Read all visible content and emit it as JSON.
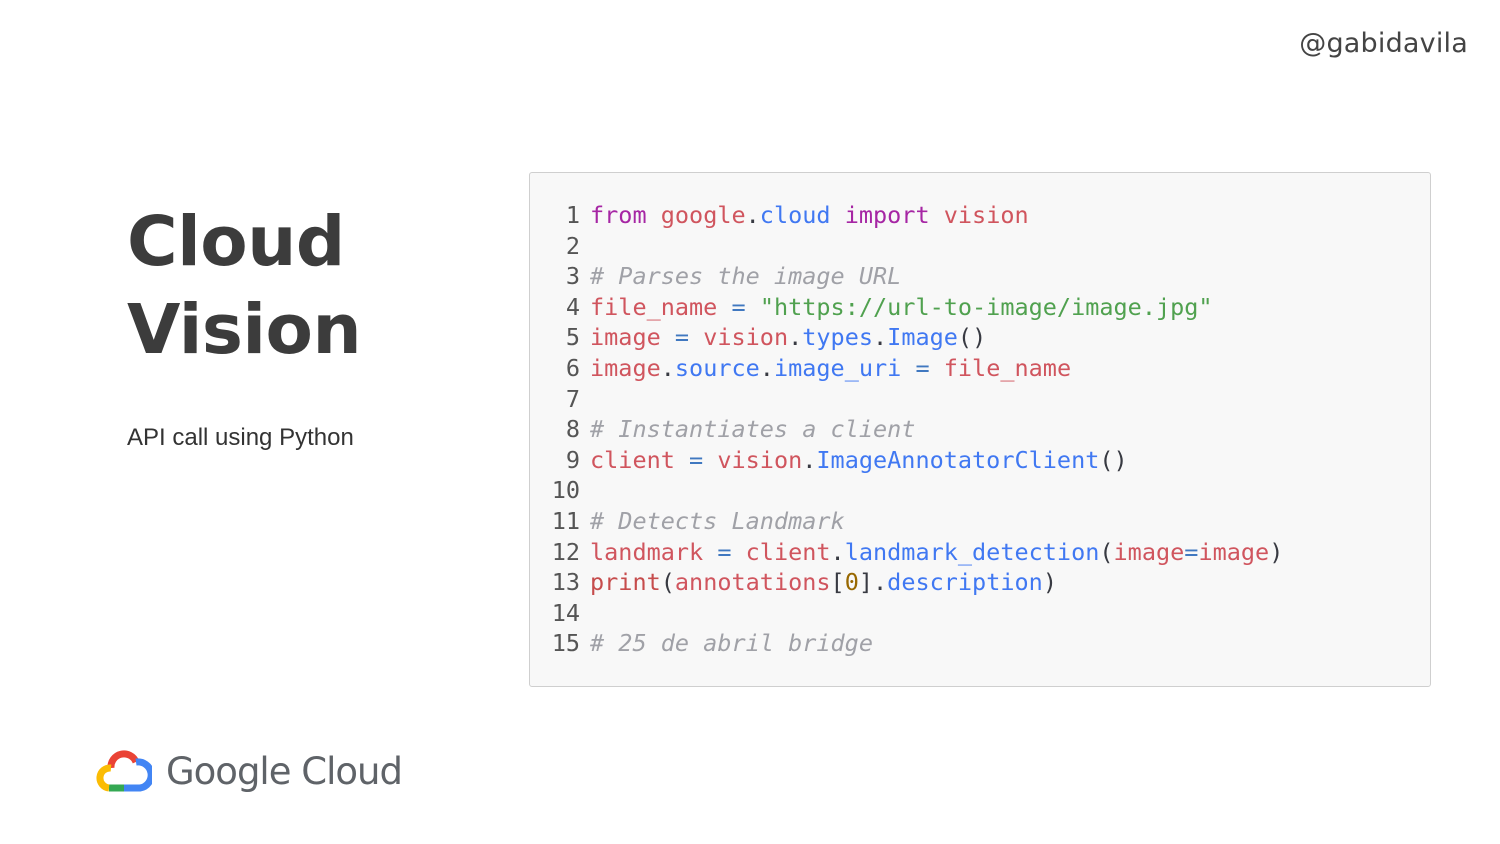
{
  "header": {
    "handle": "@gabidavila"
  },
  "slide": {
    "title_line1": "Cloud",
    "title_line2": "Vision",
    "subtitle": "API call using Python"
  },
  "code": {
    "lines": [
      {
        "n": "1",
        "tokens": [
          [
            "from",
            "kw"
          ],
          [
            " ",
            "punc"
          ],
          [
            "google",
            "var"
          ],
          [
            ".",
            "punc"
          ],
          [
            "cloud",
            "attr"
          ],
          [
            " ",
            "punc"
          ],
          [
            "import",
            "kw"
          ],
          [
            " ",
            "punc"
          ],
          [
            "vision",
            "var"
          ]
        ]
      },
      {
        "n": "2",
        "tokens": []
      },
      {
        "n": "3",
        "tokens": [
          [
            "# Parses the image URL",
            "cmt"
          ]
        ]
      },
      {
        "n": "4",
        "tokens": [
          [
            "file_name",
            "var"
          ],
          [
            " ",
            "punc"
          ],
          [
            "=",
            "op"
          ],
          [
            " ",
            "punc"
          ],
          [
            "\"https://url-to-image/image.jpg\"",
            "str"
          ]
        ]
      },
      {
        "n": "5",
        "tokens": [
          [
            "image",
            "var"
          ],
          [
            " ",
            "punc"
          ],
          [
            "=",
            "op"
          ],
          [
            " ",
            "punc"
          ],
          [
            "vision",
            "var"
          ],
          [
            ".",
            "punc"
          ],
          [
            "types",
            "attr"
          ],
          [
            ".",
            "punc"
          ],
          [
            "Image",
            "attr"
          ],
          [
            "()",
            "punc"
          ]
        ]
      },
      {
        "n": "6",
        "tokens": [
          [
            "image",
            "var"
          ],
          [
            ".",
            "punc"
          ],
          [
            "source",
            "attr"
          ],
          [
            ".",
            "punc"
          ],
          [
            "image_uri",
            "attr"
          ],
          [
            " ",
            "punc"
          ],
          [
            "=",
            "op"
          ],
          [
            " ",
            "punc"
          ],
          [
            "file_name",
            "var"
          ]
        ]
      },
      {
        "n": "7",
        "tokens": []
      },
      {
        "n": "8",
        "tokens": [
          [
            "# Instantiates a client",
            "cmt"
          ]
        ]
      },
      {
        "n": "9",
        "tokens": [
          [
            "client",
            "var"
          ],
          [
            " ",
            "punc"
          ],
          [
            "=",
            "op"
          ],
          [
            " ",
            "punc"
          ],
          [
            "vision",
            "var"
          ],
          [
            ".",
            "punc"
          ],
          [
            "ImageAnnotatorClient",
            "attr"
          ],
          [
            "()",
            "punc"
          ]
        ]
      },
      {
        "n": "10",
        "tokens": []
      },
      {
        "n": "11",
        "tokens": [
          [
            "# Detects Landmark",
            "cmt"
          ]
        ]
      },
      {
        "n": "12",
        "tokens": [
          [
            "landmark",
            "var"
          ],
          [
            " ",
            "punc"
          ],
          [
            "=",
            "op"
          ],
          [
            " ",
            "punc"
          ],
          [
            "client",
            "var"
          ],
          [
            ".",
            "punc"
          ],
          [
            "landmark_detection",
            "attr"
          ],
          [
            "(",
            "punc"
          ],
          [
            "image",
            "var"
          ],
          [
            "=",
            "op"
          ],
          [
            "image",
            "var"
          ],
          [
            ")",
            "punc"
          ]
        ]
      },
      {
        "n": "13",
        "tokens": [
          [
            "print",
            "fn"
          ],
          [
            "(",
            "punc"
          ],
          [
            "annotations",
            "var"
          ],
          [
            "[",
            "punc"
          ],
          [
            "0",
            "num"
          ],
          [
            "]",
            "punc"
          ],
          [
            ".",
            "punc"
          ],
          [
            "description",
            "attr"
          ],
          [
            ")",
            "punc"
          ]
        ]
      },
      {
        "n": "14",
        "tokens": []
      },
      {
        "n": "15",
        "tokens": [
          [
            "# 25 de abril bridge",
            "cmt"
          ]
        ]
      }
    ]
  },
  "footer": {
    "logo_text": "Google Cloud",
    "logo_icon": "google-cloud-icon",
    "logo_colors": {
      "red": "#ea4335",
      "blue": "#4285f4",
      "yellow": "#fbbc04",
      "green": "#34a853"
    }
  }
}
